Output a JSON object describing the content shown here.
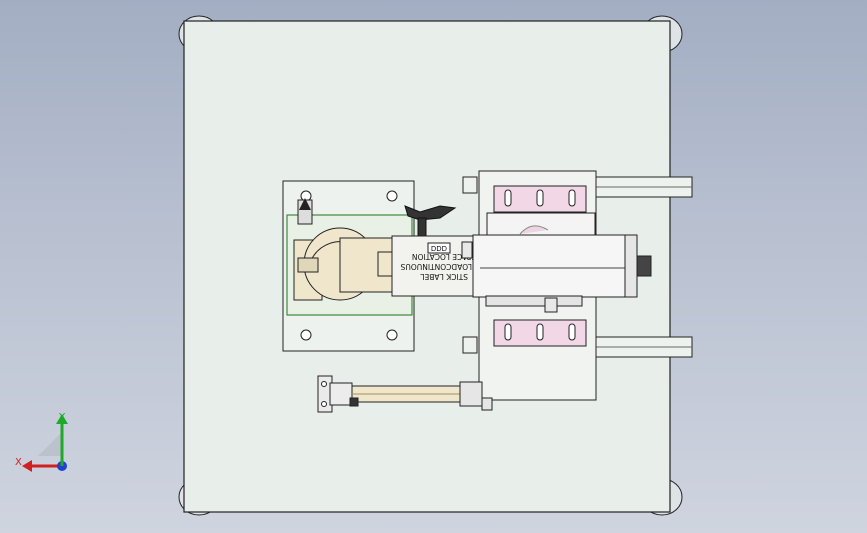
{
  "viewport": {
    "background_top": "#a3aec3",
    "background_bottom": "#cfd4df"
  },
  "model": {
    "plate_color": "#e8eeea",
    "outline_color": "#222222",
    "accent_pink": "#f2d7e6",
    "accent_cream": "#efe6cc",
    "gripper_text": {
      "line1": "SPACE LOCATION",
      "line2": "LOADCONTINUOUS",
      "line3": "STICK LABEL",
      "badge": "DDD"
    }
  },
  "triad": {
    "x_label": "X",
    "y_label": "Y",
    "x_color": "#d12020",
    "y_color": "#1fa82a",
    "z_color": "#2040d0"
  }
}
